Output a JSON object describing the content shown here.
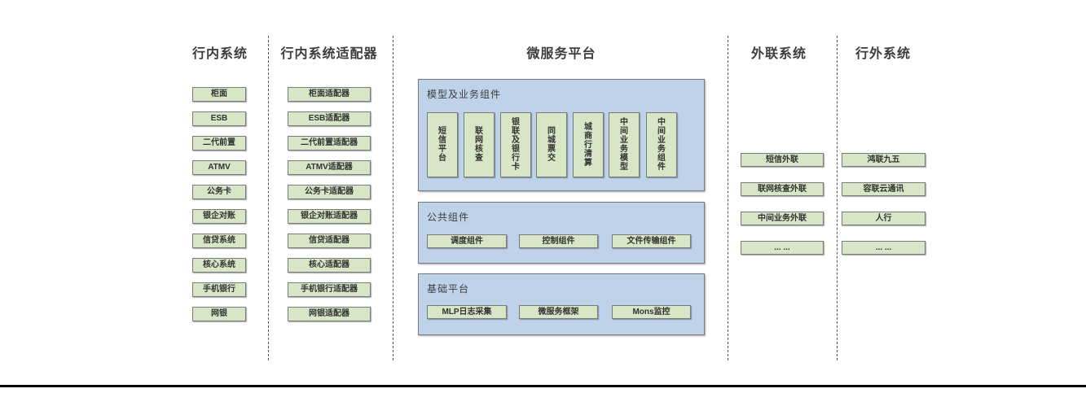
{
  "headers": {
    "inbank": "行内系统",
    "adapter": "行内系统适配器",
    "platform": "微服务平台",
    "outlink": "外联系统",
    "external": "行外系统"
  },
  "inbank_items": [
    "柜面",
    "ESB",
    "二代前置",
    "ATMV",
    "公务卡",
    "银企对账",
    "信贷系统",
    "核心系统",
    "手机银行",
    "网银"
  ],
  "adapter_items": [
    "柜面适配器",
    "ESB适配器",
    "二代前置适配器",
    "ATMV适配器",
    "公务卡适配器",
    "银企对账适配器",
    "信贷适配器",
    "核心适配器",
    "手机银行适配器",
    "网银适配器"
  ],
  "platform": {
    "model_section": {
      "label": "模型及业务组件",
      "items": [
        "短信平台",
        "联网核查",
        "银联及银行卡",
        "同城票交",
        "城商行清算",
        "中间业务模型",
        "中间业务组件"
      ]
    },
    "common_section": {
      "label": "公共组件",
      "items": [
        "调度组件",
        "控制组件",
        "文件传输组件"
      ]
    },
    "base_section": {
      "label": "基础平台",
      "items": [
        "MLP日志采集",
        "微服务框架",
        "Mons监控"
      ]
    }
  },
  "outlink_items": [
    "短信外联",
    "联网核查外联",
    "中间业务外联",
    "... ..."
  ],
  "external_items": [
    "鸿联九五",
    "容联云通讯",
    "人行",
    "... ..."
  ],
  "colors": {
    "node_fill": "#d8e5c6",
    "node_border": "#7a7a7a",
    "panel_fill": "#bed3e9",
    "panel_border": "#7a7a7a",
    "divider": "#555555",
    "heading_text": "#3d3d3d",
    "bottom_rule": "#000000"
  }
}
